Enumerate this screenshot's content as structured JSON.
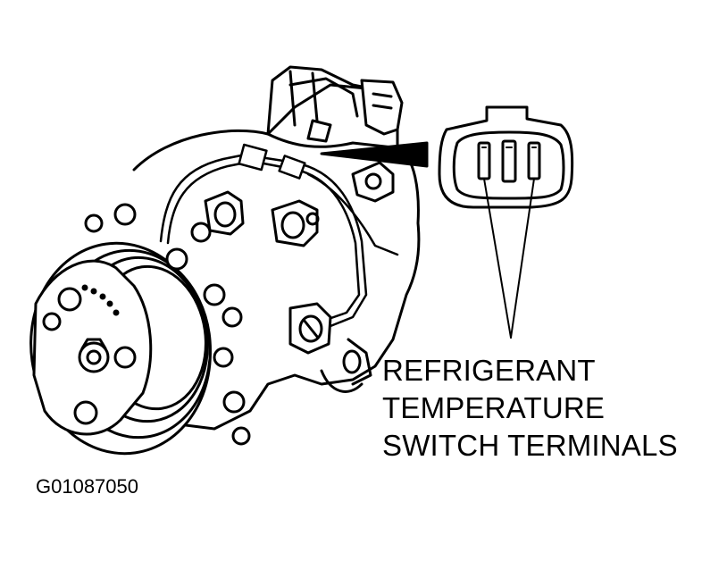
{
  "diagram": {
    "callout_lines": [
      "REFRIGERANT",
      "TEMPERATURE",
      "SWITCH TERMINALS"
    ],
    "figure_id": "G01087050",
    "colors": {
      "ink": "#000000",
      "paper": "#ffffff"
    }
  }
}
